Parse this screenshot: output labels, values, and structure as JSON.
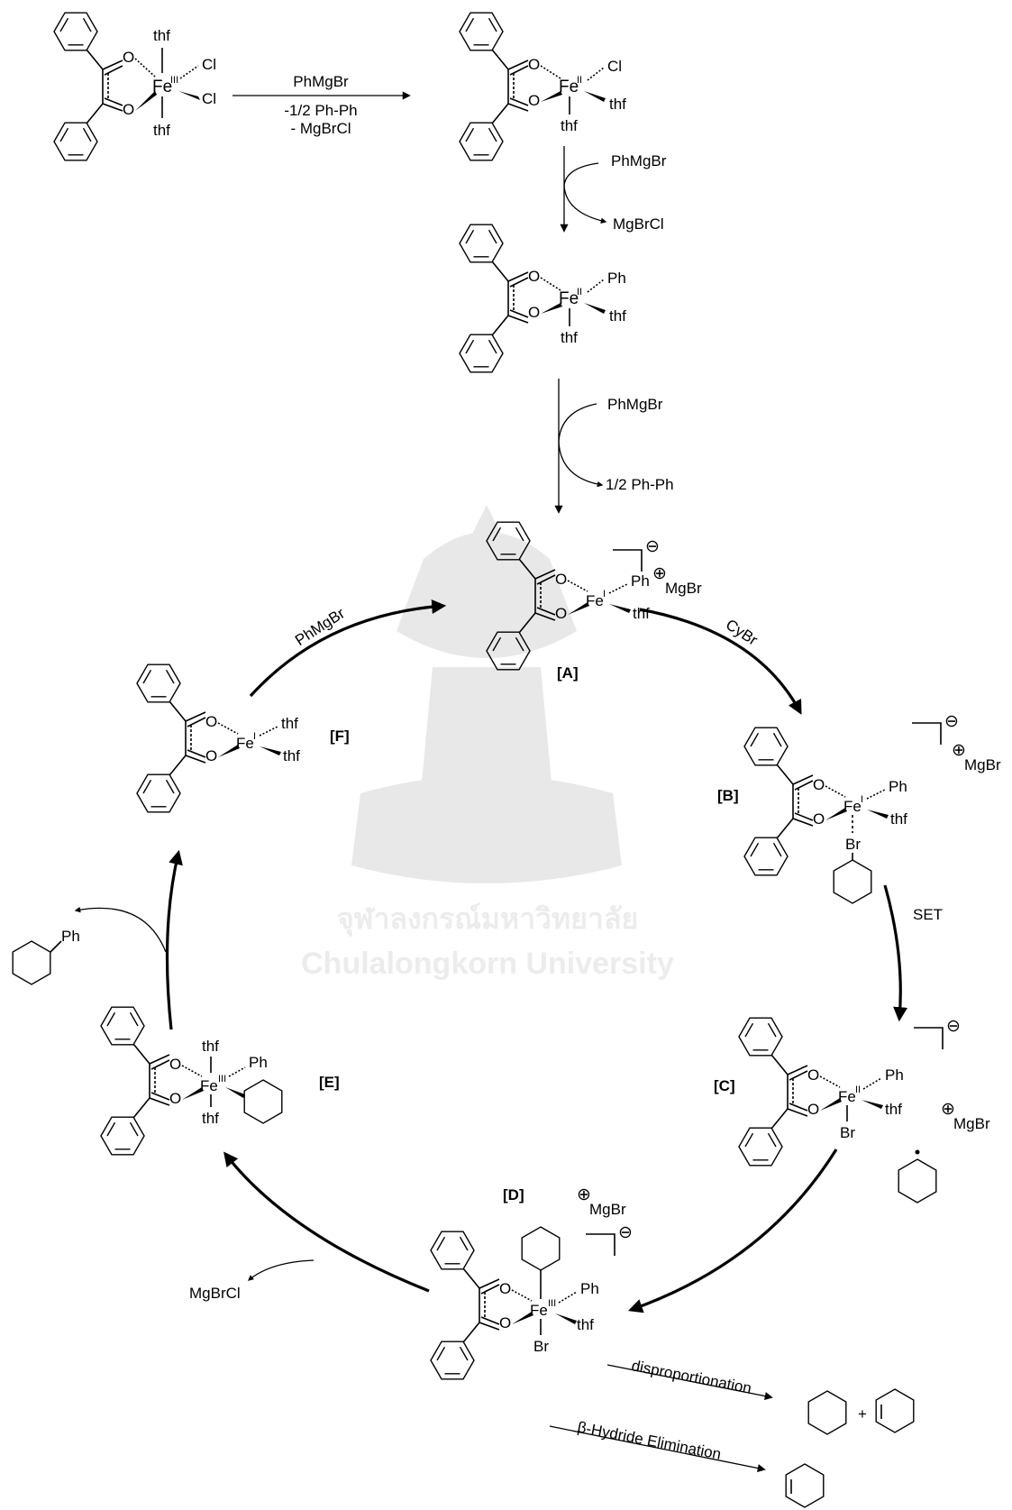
{
  "watermark": {
    "thai_text": "จุฬาลงกรณ์มหาวิทยาลัย",
    "english_text": "Chulalongkorn University"
  },
  "top_reaction": {
    "reagent": "PhMgBr",
    "byproduct_1": "-1/2 Ph-Ph",
    "byproduct_2": "- MgBrCl"
  },
  "step_2": {
    "reagent": "PhMgBr",
    "byproduct": "MgBrCl"
  },
  "step_3": {
    "reagent": "PhMgBr",
    "byproduct": "1/2 Ph-Ph"
  },
  "atoms": {
    "O": "O",
    "Fe": "Fe",
    "Cl": "Cl",
    "thf": "thf",
    "Ph": "Ph",
    "Br": "Br",
    "oxidation_III": "III",
    "oxidation_II": "II",
    "oxidation_I": "I"
  },
  "charges": {
    "minus": "⊖",
    "plus": "⊕",
    "counterion": "MgBr"
  },
  "cycle": {
    "A": {
      "label": "[A]"
    },
    "B": {
      "label": "[B]"
    },
    "C": {
      "label": "[C]"
    },
    "D": {
      "label": "[D]"
    },
    "E": {
      "label": "[E]"
    },
    "F": {
      "label": "[F]"
    },
    "A_to_B": "CyBr",
    "B_to_C": "SET",
    "D_to_E_byproduct": "MgBrCl",
    "F_to_A": "PhMgBr",
    "E_to_F_product": "Ph"
  },
  "side_reactions": {
    "disproportionation": "disproportionation",
    "beta_hydride": "β-Hydride Elimination",
    "plus_sign": "+"
  }
}
